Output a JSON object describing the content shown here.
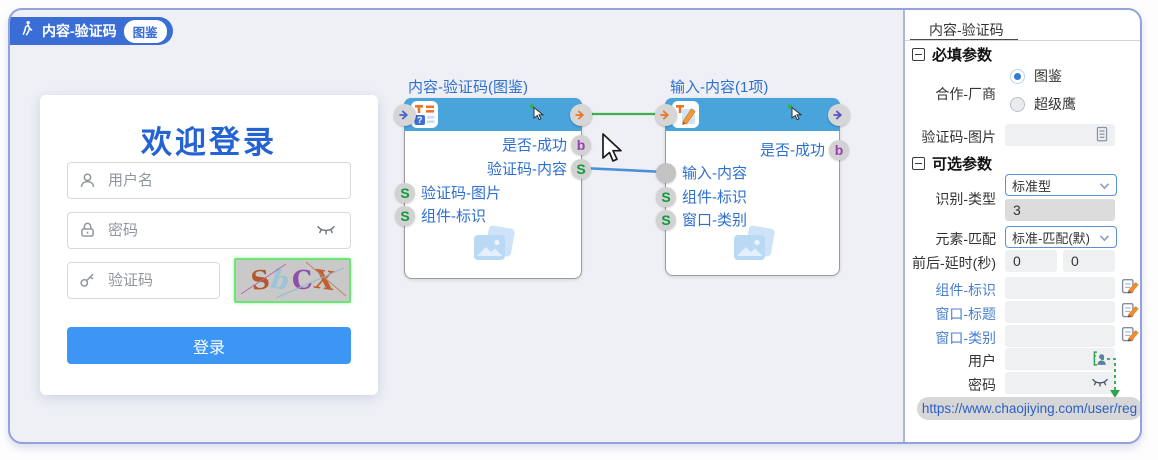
{
  "header": {
    "tab": "内容-验证码",
    "badge": "图鉴"
  },
  "login": {
    "title": "欢迎登录",
    "username_placeholder": "用户名",
    "password_placeholder": "密码",
    "captcha_placeholder": "验证码",
    "captcha_chars": [
      "S",
      "b",
      "C",
      "X"
    ],
    "submit": "登录"
  },
  "flow": {
    "node1": {
      "title": "内容-验证码(图鉴)",
      "out_ports": [
        {
          "label": "是否-成功",
          "badge": "b"
        },
        {
          "label": "验证码-内容",
          "badge": "S"
        }
      ],
      "in_ports": [
        {
          "label": "验证码-图片",
          "badge": "S"
        },
        {
          "label": "组件-标识",
          "badge": "S"
        }
      ]
    },
    "node2": {
      "title": "输入-内容(1项)",
      "out_ports": [
        {
          "label": "是否-成功",
          "badge": "b"
        }
      ],
      "in_ports": [
        {
          "label": "输入-内容",
          "badge": ""
        },
        {
          "label": "组件-标识",
          "badge": "S"
        },
        {
          "label": "窗口-类别",
          "badge": "S"
        }
      ]
    }
  },
  "panel": {
    "tab": "内容-验证码",
    "sections": {
      "required": "必填参数",
      "optional": "可选参数"
    },
    "vendor": {
      "label": "合作-厂商",
      "options": [
        "图鉴",
        "超级鹰"
      ],
      "selected": "图鉴"
    },
    "captcha_image": {
      "label": "验证码-图片"
    },
    "recognition": {
      "label": "识别-类型",
      "type": "标准型",
      "code": "3"
    },
    "element_match": {
      "label": "元素-匹配",
      "value": "标准-匹配(默)"
    },
    "delay": {
      "label": "前后-延时(秒)",
      "before": "0",
      "after": "0"
    },
    "component_id": {
      "label": "组件-标识",
      "value": ""
    },
    "window_title": {
      "label": "窗口-标题",
      "value": ""
    },
    "window_class": {
      "label": "窗口-类别",
      "value": ""
    },
    "user": {
      "label": "用户",
      "value": ""
    },
    "password": {
      "label": "密码",
      "value": ""
    },
    "register_url": "https://www.chaojiying.com/user/reg"
  },
  "icons": {
    "header": "walking-person",
    "username_field": "person",
    "password_field": "lock + eye-closed",
    "captcha_field": "key",
    "captcha_image_field": "document",
    "editable_fields": "document-with-orange-pencil",
    "user_field": "contact-card",
    "node_header": "pointer-arrow-with-green-dot",
    "node_body": "image-placeholder"
  },
  "colors": {
    "accent_blue": "#3a6ed6",
    "node_header": "#4aa4dc",
    "node_text": "#2e6fd0",
    "green_link": "#3cb04a",
    "blue_link": "#4a90d9",
    "badge_s": "#109a3e",
    "badge_b": "#9a3fb0",
    "port_out_orange": "#e8762a",
    "port_in_blue": "#4961c9",
    "login_button": "#3e96f4",
    "captcha_border": "#6fe376",
    "url_text": "#2b5fc7"
  }
}
